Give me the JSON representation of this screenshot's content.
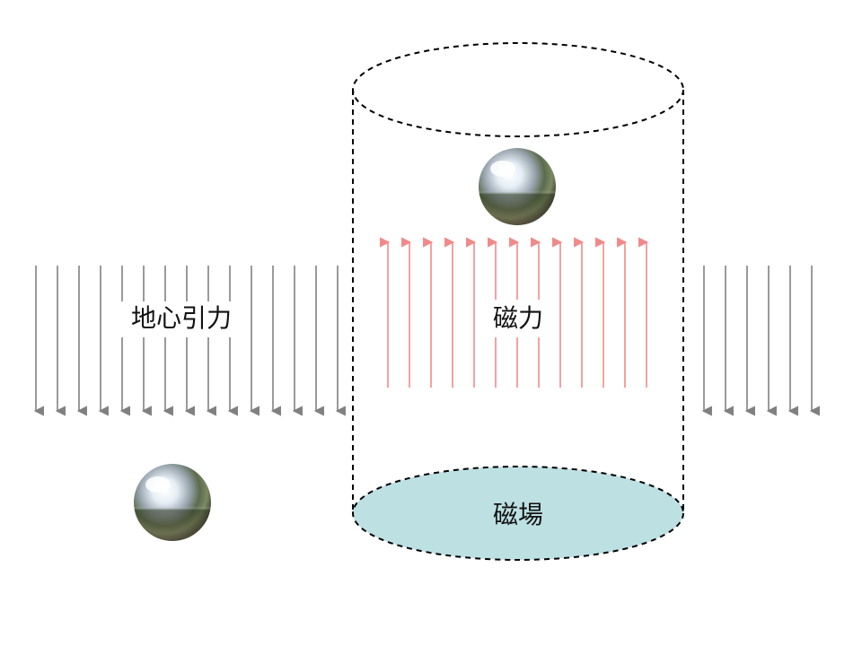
{
  "labels": {
    "gravity": "地心引力",
    "magnetic_force": "磁力",
    "magnetic_field": "磁場"
  },
  "colors": {
    "gravity_arrow": "#808080",
    "magnetic_arrow": "#f08a8a",
    "field_fill": "#bde0e3",
    "outline": "#000000"
  },
  "icons": {
    "ball": "chrome-sphere-icon"
  }
}
